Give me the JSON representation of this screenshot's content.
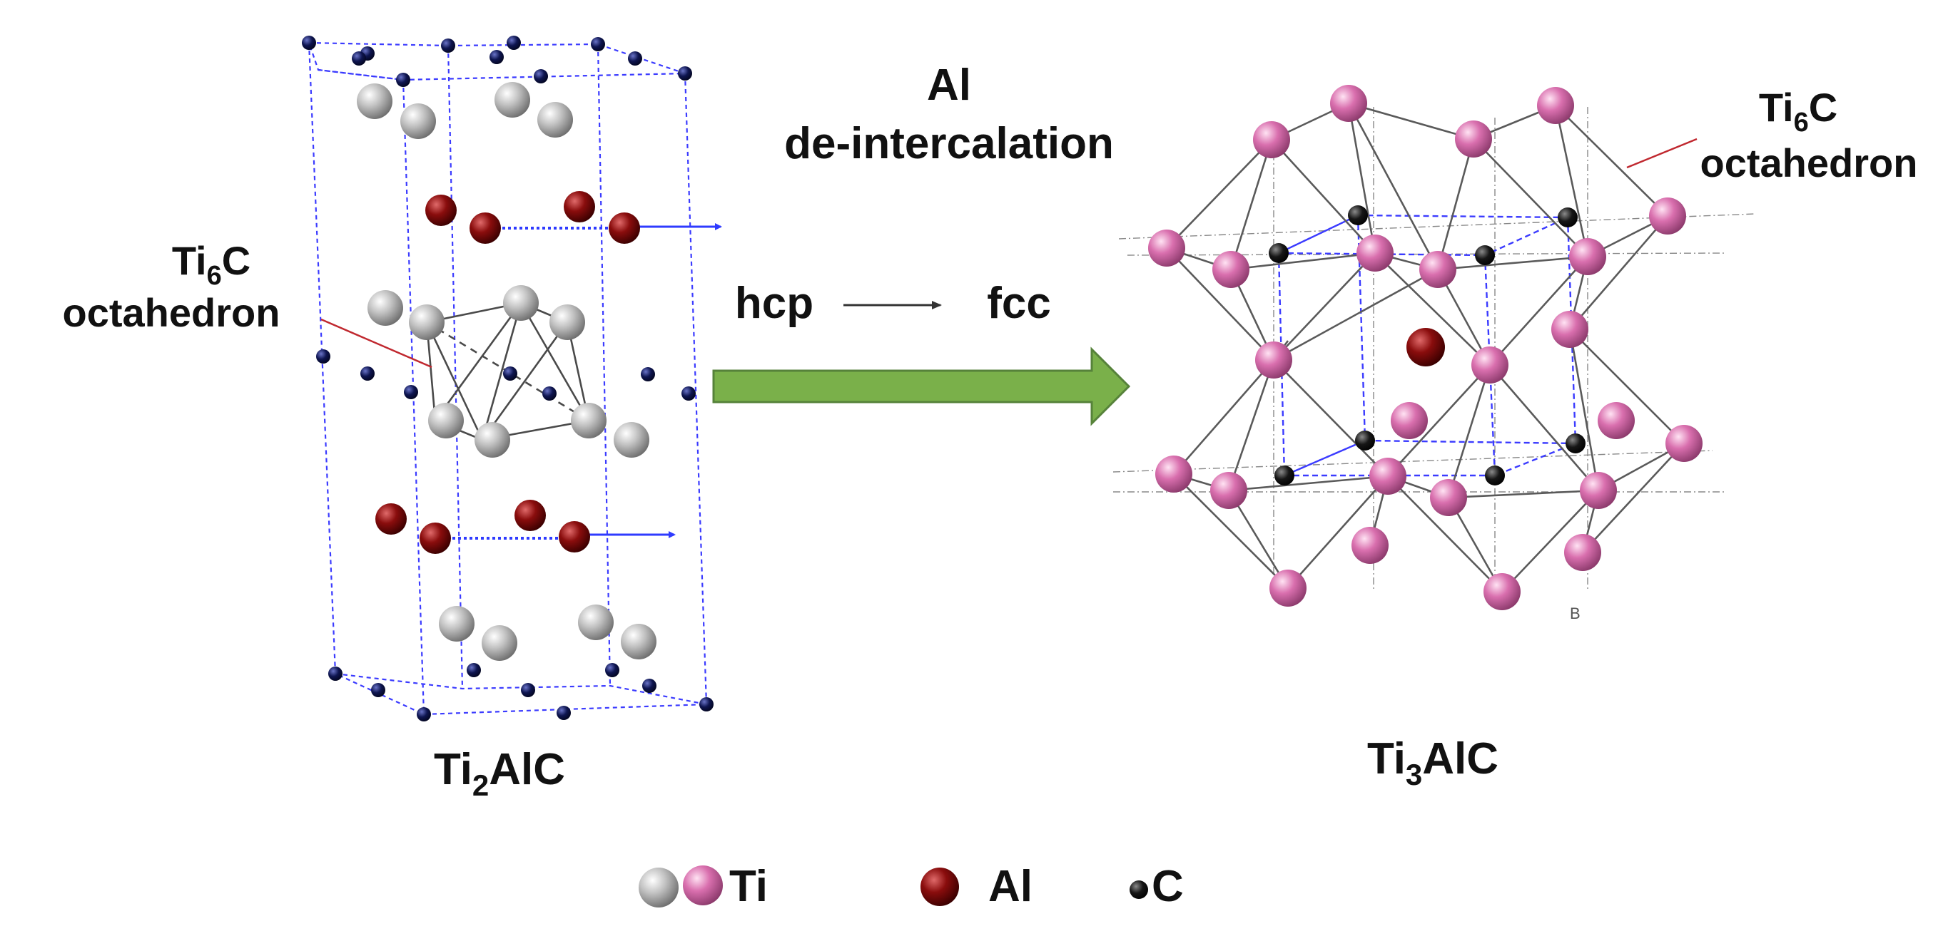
{
  "left_structure": {
    "name_base": "Ti",
    "name_sub": "2",
    "name_rest": "AlC",
    "octahedron_label": {
      "base": "Ti",
      "sub": "6",
      "rest": "C",
      "line2": "octahedron"
    }
  },
  "right_structure": {
    "name_base": "Ti",
    "name_sub": "3",
    "name_rest": "AlC",
    "octahedron_label": {
      "base": "Ti",
      "sub": "6",
      "rest": "C",
      "line2": "octahedron"
    },
    "corner_mark": "B"
  },
  "process": {
    "title_line1": "Al",
    "title_line2": "de-intercalation",
    "from_phase": "hcp",
    "to_phase": "fcc"
  },
  "legend": [
    {
      "label": "Ti",
      "icons": [
        "ti-gray",
        "ti-pink"
      ]
    },
    {
      "label": "Al",
      "icons": [
        "al-red"
      ]
    },
    {
      "label": "C",
      "icons": [
        "c-black"
      ]
    }
  ],
  "colors": {
    "ti_gray": "#a8a8a8",
    "ti_pink": "#d96fae",
    "al_red": "#8a0d0d",
    "c_black": "#111111",
    "ti2alc_small_atom": "#0e1550",
    "cell_dashed": "#3b3bff",
    "bonds": "#5a5a5a",
    "leader_line": "#c0282f",
    "big_arrow": "#7ab04a",
    "big_arrow_edge": "#56823a",
    "shift_arrow": "#2f3bff"
  }
}
